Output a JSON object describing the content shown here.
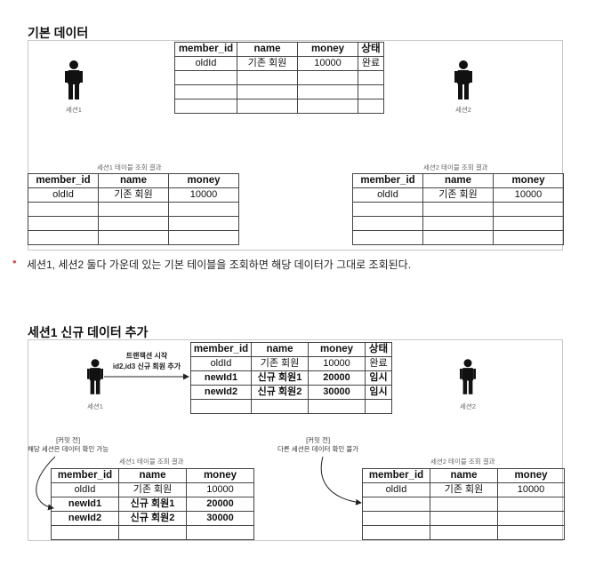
{
  "section1": {
    "title": "기본 데이터",
    "bullet": "세션1, 세션2 둘다 가운데 있는 기본 테이블을 조회하면 해당 데이터가 그대로 조회된다.",
    "main_table": {
      "headers": [
        "member_id",
        "name",
        "money",
        "상태"
      ],
      "rows": [
        [
          "oldId",
          "기존 회원",
          "10000",
          "완료"
        ],
        [
          "",
          "",
          "",
          ""
        ],
        [
          "",
          "",
          "",
          ""
        ],
        [
          "",
          "",
          "",
          ""
        ]
      ]
    },
    "session1_label": "세션1",
    "session2_label": "세션2",
    "session1_result": {
      "caption": "세션1 테이블 조회 결과",
      "headers": [
        "member_id",
        "name",
        "money"
      ],
      "rows": [
        [
          "oldId",
          "기존 회원",
          "10000"
        ],
        [
          "",
          "",
          ""
        ],
        [
          "",
          "",
          ""
        ],
        [
          "",
          "",
          ""
        ]
      ]
    },
    "session2_result": {
      "caption": "세션2 테이블 조회 결과",
      "headers": [
        "member_id",
        "name",
        "money"
      ],
      "rows": [
        [
          "oldId",
          "기존 회원",
          "10000"
        ],
        [
          "",
          "",
          ""
        ],
        [
          "",
          "",
          ""
        ],
        [
          "",
          "",
          ""
        ]
      ]
    }
  },
  "section2": {
    "title": "세션1 신규 데이터 추가",
    "txn_line1": "트랜잭션 시작",
    "txn_line2": "id2,id3 신규 회원 추가",
    "main_table": {
      "headers": [
        "member_id",
        "name",
        "money",
        "상태"
      ],
      "rows": [
        [
          "oldId",
          "기존 회원",
          "10000",
          "완료"
        ],
        [
          "newId1",
          "신규 회원1",
          "20000",
          "임시"
        ],
        [
          "newId2",
          "신규 회원2",
          "30000",
          "임시"
        ],
        [
          "",
          "",
          "",
          ""
        ]
      ],
      "bold_rows": [
        1,
        2
      ]
    },
    "session1_label": "세션1",
    "session2_label": "세션2",
    "note1_line1": "[커밋 전]",
    "note1_line2": "해당 세션은 데이터 확인 가능",
    "note2_line1": "[커밋 전]",
    "note2_line2": "다른 세션은 데이터 확인 불가",
    "session1_result": {
      "caption": "세션1 테이블 조회 결과",
      "headers": [
        "member_id",
        "name",
        "money"
      ],
      "rows": [
        [
          "oldId",
          "기존 회원",
          "10000"
        ],
        [
          "newId1",
          "신규 회원1",
          "20000"
        ],
        [
          "newId2",
          "신규 회원2",
          "30000"
        ],
        [
          "",
          "",
          ""
        ]
      ],
      "bold_rows": [
        1,
        2
      ]
    },
    "session2_result": {
      "caption": "세션2 테이블 조회 결과",
      "headers": [
        "member_id",
        "name",
        "money"
      ],
      "rows": [
        [
          "oldId",
          "기존 회원",
          "10000"
        ],
        [
          "",
          "",
          ""
        ],
        [
          "",
          "",
          ""
        ],
        [
          "",
          "",
          ""
        ]
      ]
    }
  }
}
